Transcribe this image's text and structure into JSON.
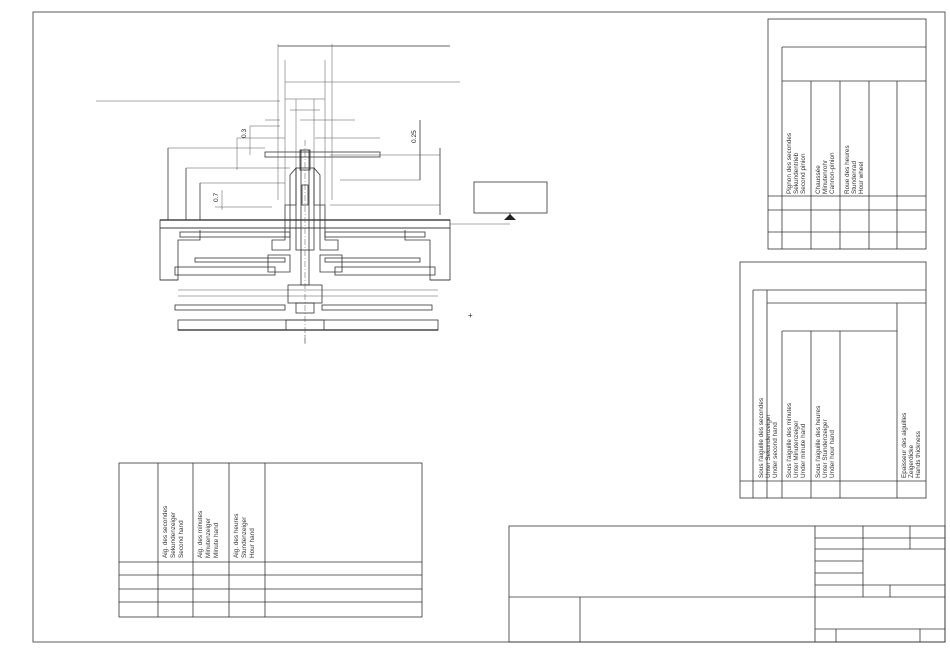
{
  "drawing": {
    "dimensions": {
      "d1": "0.3",
      "d2": "0.7",
      "d3": "0.25"
    },
    "cross_mark": "+"
  },
  "tables": {
    "wheels": {
      "rows": [
        [
          "Pignon des secondes",
          "Sekundentrieb",
          "Second pinion"
        ],
        [
          "Chaussée",
          "Minutenrohr",
          "Cannon-pinion"
        ],
        [
          "Roue des heures",
          "Stundenrad",
          "Hour wheel"
        ]
      ]
    },
    "under_hands": {
      "rows": [
        [
          "Sous l'aiguille des secondes",
          "Unter Sekundenzeiger",
          "Under second hand"
        ],
        [
          "Sous l'aiguille des minutes",
          "Unter Minutenzeiger",
          "Under minute hand"
        ],
        [
          "Sous l'aiguille des heures",
          "Unter Stundenzeiger",
          "Under hour hand"
        ]
      ],
      "thickness": [
        "Epaisseur des aiguilles",
        "Zeigerdicke",
        "Hands thickness"
      ]
    },
    "hands": {
      "rows": [
        [
          "Aig. des secondes",
          "Sekundenzeiger",
          "Second hand"
        ],
        [
          "Aig. des minutes",
          "Minutenzeiger",
          "Minute hand"
        ],
        [
          "Aig. des heures",
          "Stundenzeiger",
          "Hour hand"
        ]
      ]
    }
  },
  "colors": {
    "line": "#333333",
    "paper": "#ffffff"
  }
}
